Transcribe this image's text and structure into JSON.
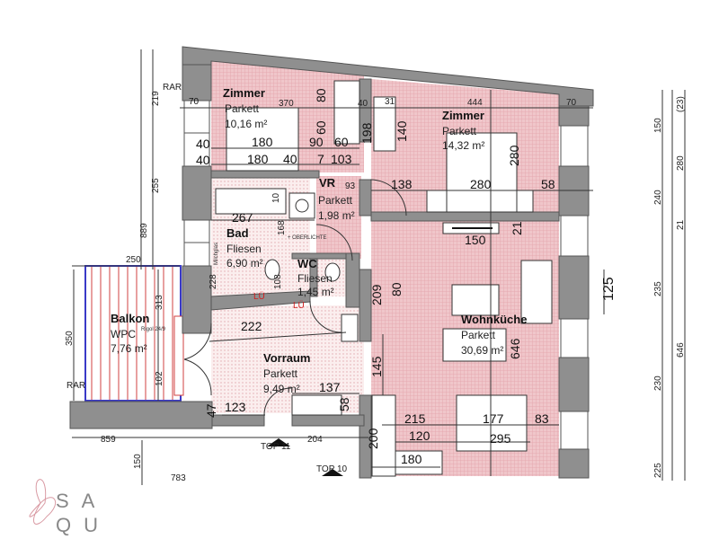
{
  "rooms": {
    "zimmer1": {
      "name": "Zimmer",
      "floor": "Parkett",
      "area": "10,16 m²"
    },
    "zimmer2": {
      "name": "Zimmer",
      "floor": "Parkett",
      "area": "14,32 m²"
    },
    "vr": {
      "name": "VR",
      "floor": "Parkett",
      "area": "1,98 m²"
    },
    "bad": {
      "name": "Bad",
      "floor": "Fliesen",
      "area": "6,90 m²"
    },
    "wc": {
      "name": "WC",
      "floor": "Fliesen",
      "area": "1,45 m²"
    },
    "balkon": {
      "name": "Balkon",
      "floor": "WPC",
      "area": "7,76 m²"
    },
    "vorraum": {
      "name": "Vorraum",
      "floor": "Parkett",
      "area": "9,49 m²"
    },
    "wohnkueche": {
      "name": "Wohnküche",
      "floor": "Parkett",
      "area": "30,69 m²"
    }
  },
  "labels": {
    "rar_top": "RAR",
    "rar_bottom": "RAR",
    "top11": "TOP 11",
    "top10": "TOP 10",
    "lu1": "LÜ",
    "lu2": "LÜ",
    "oberlichte": "+ OBERLICHTE",
    "rigol": "Rigol 24/9",
    "mauerglas": "Milchglas"
  },
  "dims": {
    "d70a": "70",
    "d370": "370",
    "d80": "80",
    "d60v": "60",
    "d40a": "40",
    "d40b": "40",
    "d180a": "180",
    "d180b": "180",
    "d40c": "40",
    "d90": "90",
    "d60": "60",
    "d7": "7",
    "d103": "103",
    "d40top": "40",
    "d31": "31",
    "d444": "444",
    "d70b": "70",
    "d198": "198",
    "d140": "140",
    "d280v": "280",
    "d138": "138",
    "d280": "280",
    "d58": "58",
    "d93": "93",
    "d267": "267",
    "d168": "168",
    "d10": "10",
    "d21": "21",
    "d150": "150",
    "d209": "209",
    "d80b": "80",
    "d145": "145",
    "d646": "646",
    "d215": "215",
    "d177": "177",
    "d83": "83",
    "d120": "120",
    "d295": "295",
    "d180c": "180",
    "d200": "200",
    "d222": "222",
    "d123": "123",
    "d137": "137",
    "d58b": "58",
    "d47": "47",
    "d250": "250",
    "d313": "313",
    "d350": "350",
    "d102": "102",
    "d219": "219",
    "d255": "255",
    "d889": "889",
    "d859": "859",
    "d204": "204",
    "d150b": "150",
    "d783": "783",
    "d108": "108",
    "d228": "228",
    "d125": "125",
    "r150": "150",
    "r23": "(23)",
    "r280": "280",
    "r240": "240",
    "r21": "21",
    "r235": "235",
    "r646": "646",
    "r230": "230",
    "r225": "225"
  },
  "logo": {
    "line1": "SA",
    "line2": "QU"
  },
  "colors": {
    "floor_pink": "#f2c9cc",
    "wall": "#8f8f8f",
    "balcony_border": "#3a3ac8",
    "balcony_stripe": "#d04040"
  }
}
